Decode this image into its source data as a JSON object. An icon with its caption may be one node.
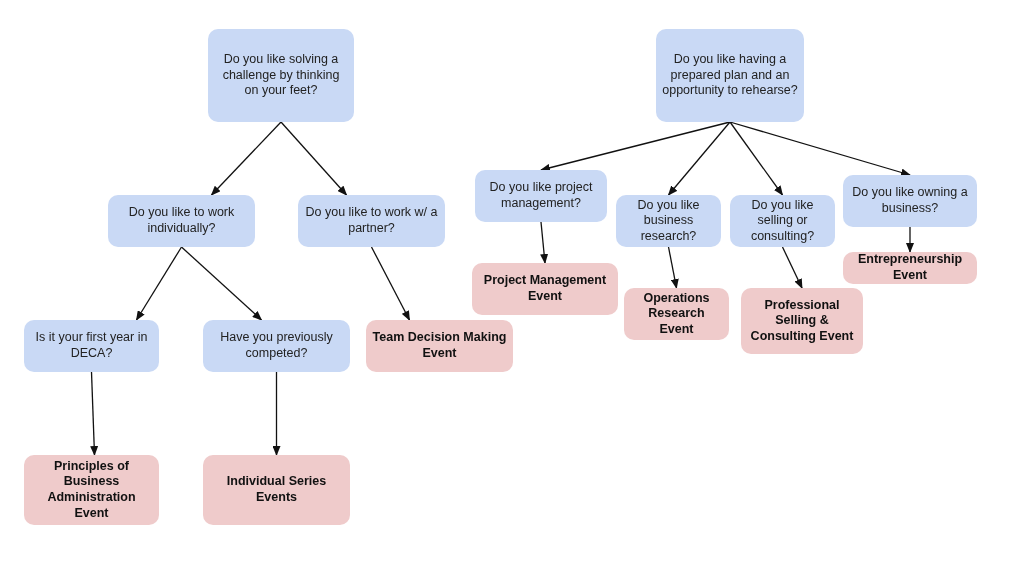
{
  "diagram": {
    "nodes": [
      {
        "text": [
          "Do you like solving a challenge by thinking on your feet?"
        ]
      },
      {
        "text": [
          "Do you like to work individually?"
        ]
      },
      {
        "text": [
          "Do you like to work w/ a partner?"
        ]
      },
      {
        "text": [
          "Is it your first year in DECA?"
        ]
      },
      {
        "text": [
          "Have you previously competed?"
        ]
      },
      {
        "text": [
          "Team Decision Making Event"
        ]
      },
      {
        "text": [
          "Principles of Business Administration Event"
        ]
      },
      {
        "text": [
          "Individual Series Events"
        ]
      },
      {
        "text": [
          "Do you like having a prepared plan and an opportunity to rehearse?"
        ]
      },
      {
        "text": [
          "Do you like project management?"
        ]
      },
      {
        "text": [
          "Do you like business research?"
        ]
      },
      {
        "text": [
          "Do you like selling or consulting?"
        ]
      },
      {
        "text": [
          "Do you like owning a business?"
        ]
      },
      {
        "text": [
          "Project Management Event"
        ]
      },
      {
        "text": [
          "Operations Research Event"
        ]
      },
      {
        "text": [
          "Professional Selling & Consulting Event"
        ]
      },
      {
        "text": [
          "Entrepreneurship Event"
        ]
      }
    ],
    "edges": [
      {
        "from": 0,
        "to": 1,
        "arrow": "to"
      },
      {
        "from": 0,
        "to": 2,
        "arrow": "to"
      },
      {
        "from": 1,
        "to": 3,
        "arrow": "to"
      },
      {
        "from": 1,
        "to": 4,
        "arrow": "to"
      },
      {
        "from": 2,
        "to": 5,
        "arrow": "to"
      },
      {
        "from": 3,
        "to": 6,
        "arrow": "to"
      },
      {
        "from": 4,
        "to": 7,
        "arrow": "to"
      },
      {
        "from": 8,
        "to": 9,
        "arrow": "to"
      },
      {
        "from": 8,
        "to": 10,
        "arrow": "to"
      },
      {
        "from": 8,
        "to": 11,
        "arrow": "to"
      },
      {
        "from": 8,
        "to": 12,
        "arrow": "to"
      },
      {
        "from": 9,
        "to": 13,
        "arrow": "to"
      },
      {
        "from": 10,
        "to": 14,
        "arrow": "to"
      },
      {
        "from": 11,
        "to": 15,
        "arrow": "to"
      },
      {
        "from": 12,
        "to": 16,
        "arrow": "to"
      }
    ]
  }
}
